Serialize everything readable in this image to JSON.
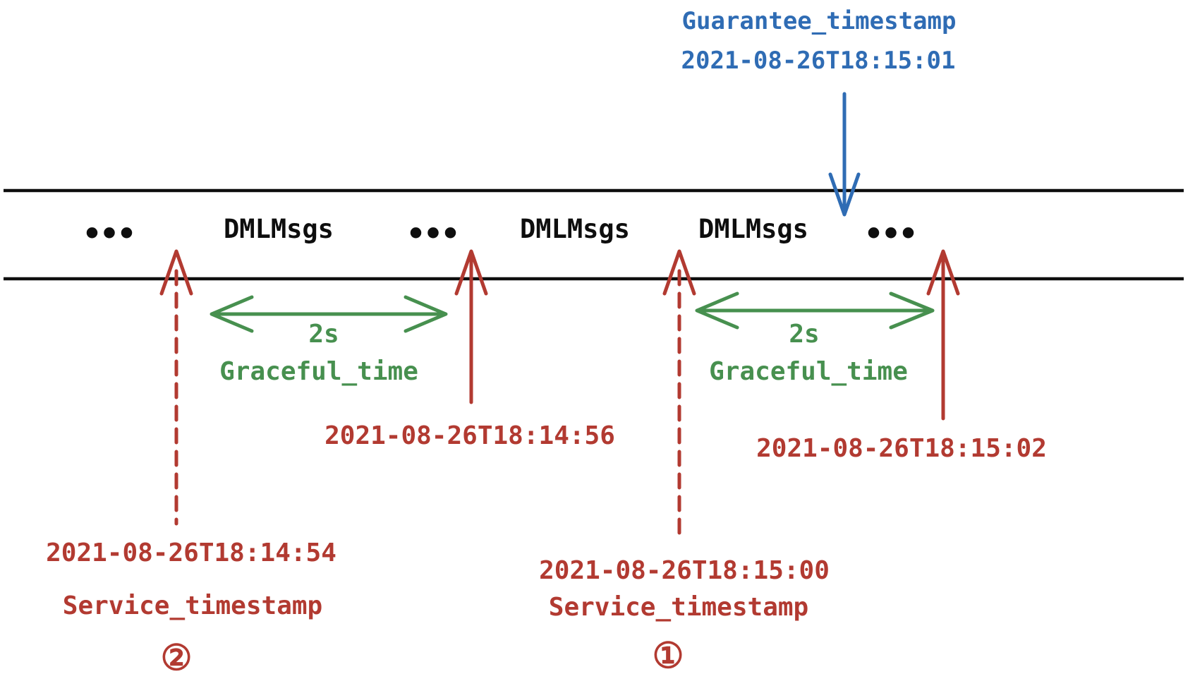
{
  "colors": {
    "red": "#b23a31",
    "green": "#47904f",
    "blue": "#2f6cb4",
    "ink": "#0e0e0e"
  },
  "guarantee": {
    "label": "Guarantee_timestamp",
    "time": "2021-08-26T18:15:01"
  },
  "band": {
    "items": [
      {
        "text": "•••"
      },
      {
        "text": "DMLMsgs"
      },
      {
        "text": "•••"
      },
      {
        "text": "DMLMsgs"
      },
      {
        "text": "DMLMsgs"
      },
      {
        "text": "•••"
      }
    ]
  },
  "graceful_left": {
    "duration": "2s",
    "label": "Graceful_time"
  },
  "graceful_right": {
    "duration": "2s",
    "label": "Graceful_time"
  },
  "events": {
    "dml_before_time": "2021-08-26T18:14:56",
    "dml_after_time": "2021-08-26T18:15:02",
    "service_left": {
      "time": "2021-08-26T18:14:54",
      "label": "Service_timestamp",
      "badge": "②"
    },
    "service_right": {
      "time": "2021-08-26T18:15:00",
      "label": "Service_timestamp",
      "badge": "①"
    }
  }
}
